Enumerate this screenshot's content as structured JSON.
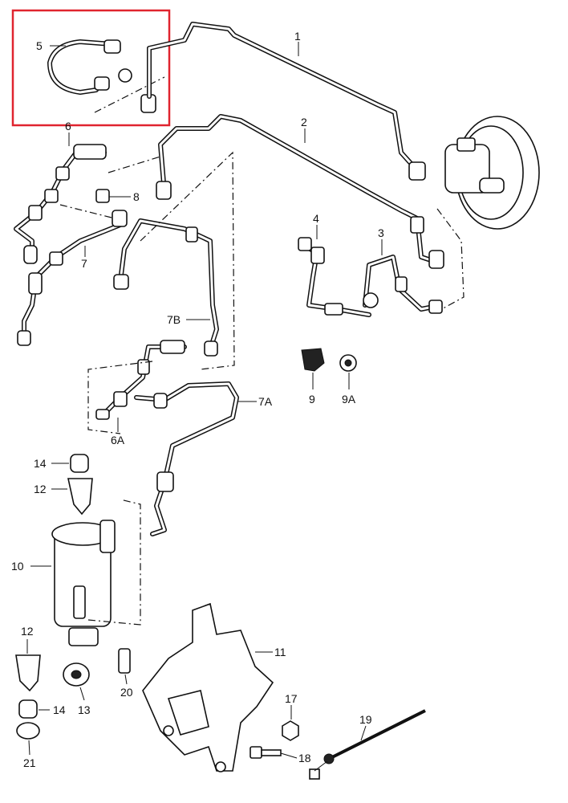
{
  "diagram": {
    "highlight_color": "#e0242f",
    "labels": {
      "p1": "1",
      "p2": "2",
      "p3": "3",
      "p4": "4",
      "p5": "5",
      "p6": "6",
      "p6a": "6A",
      "p7": "7",
      "p7a": "7A",
      "p7b": "7B",
      "p8": "8",
      "p9": "9",
      "p9a": "9A",
      "p10": "10",
      "p11": "11",
      "p12a": "12",
      "p12b": "12",
      "p13": "13",
      "p14a": "14",
      "p14b": "14",
      "p17": "17",
      "p18": "18",
      "p19": "19",
      "p20": "20",
      "p21": "21"
    }
  }
}
